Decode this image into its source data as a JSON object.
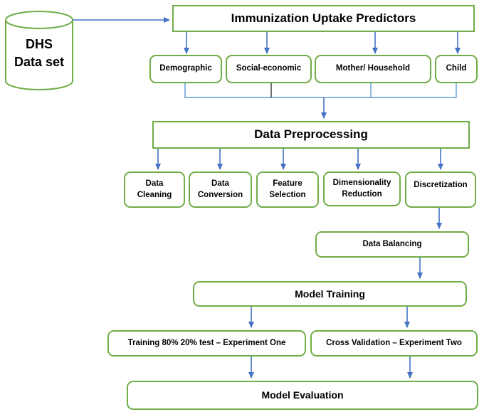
{
  "source": {
    "line1": "DHS",
    "line2": "Data set"
  },
  "predictors": {
    "title": "Immunization  Uptake Predictors",
    "items": [
      "Demographic",
      "Social-economic",
      "Mother/  Household",
      "Child"
    ]
  },
  "preprocessing": {
    "title": "Data Preprocessing",
    "steps": [
      {
        "line1": "Data",
        "line2": "Cleaning"
      },
      {
        "line1": "Data",
        "line2": "Conversion"
      },
      {
        "line1": "Feature",
        "line2": "Selection"
      },
      {
        "line1": "Dimensionality",
        "line2": "Reduction"
      },
      {
        "line1": "Discretization",
        "line2": ""
      }
    ]
  },
  "balancing": "Data Balancing",
  "training": {
    "title": "Model Training",
    "experiments": [
      "Training 80% 20% test – Experiment One",
      "Cross Validation – Experiment Two"
    ]
  },
  "evaluation": "Model Evaluation",
  "colors": {
    "border": "#70ad47",
    "arrow": "#4472c4",
    "connector": "#5b9bd5"
  }
}
